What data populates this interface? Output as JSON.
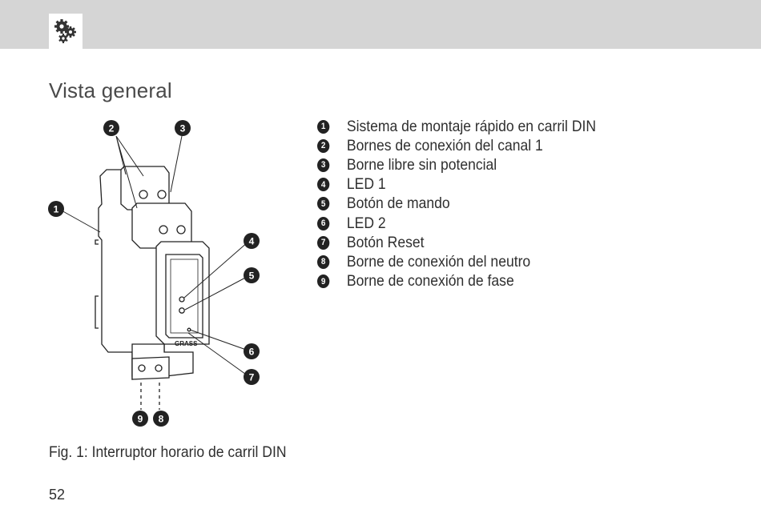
{
  "header": {
    "icon": "gears-icon"
  },
  "title": "Vista general",
  "figure": {
    "callouts": [
      "1",
      "2",
      "3",
      "4",
      "5",
      "6",
      "7",
      "8",
      "9"
    ],
    "device_label": "GRASS"
  },
  "legend": [
    {
      "num": "1",
      "text": "Sistema de montaje rápido en carril DIN"
    },
    {
      "num": "2",
      "text": "Bornes de conexión del canal 1"
    },
    {
      "num": "3",
      "text": "Borne libre sin potencial"
    },
    {
      "num": "4",
      "text": "LED 1"
    },
    {
      "num": "5",
      "text": "Botón de mando"
    },
    {
      "num": "6",
      "text": "LED 2"
    },
    {
      "num": "7",
      "text": "Botón Reset"
    },
    {
      "num": "8",
      "text": "Borne de conexión del neutro"
    },
    {
      "num": "9",
      "text": "Borne de conexión de fase"
    }
  ],
  "caption": "Fig. 1: Interruptor horario de carril DIN",
  "page_number": "52"
}
